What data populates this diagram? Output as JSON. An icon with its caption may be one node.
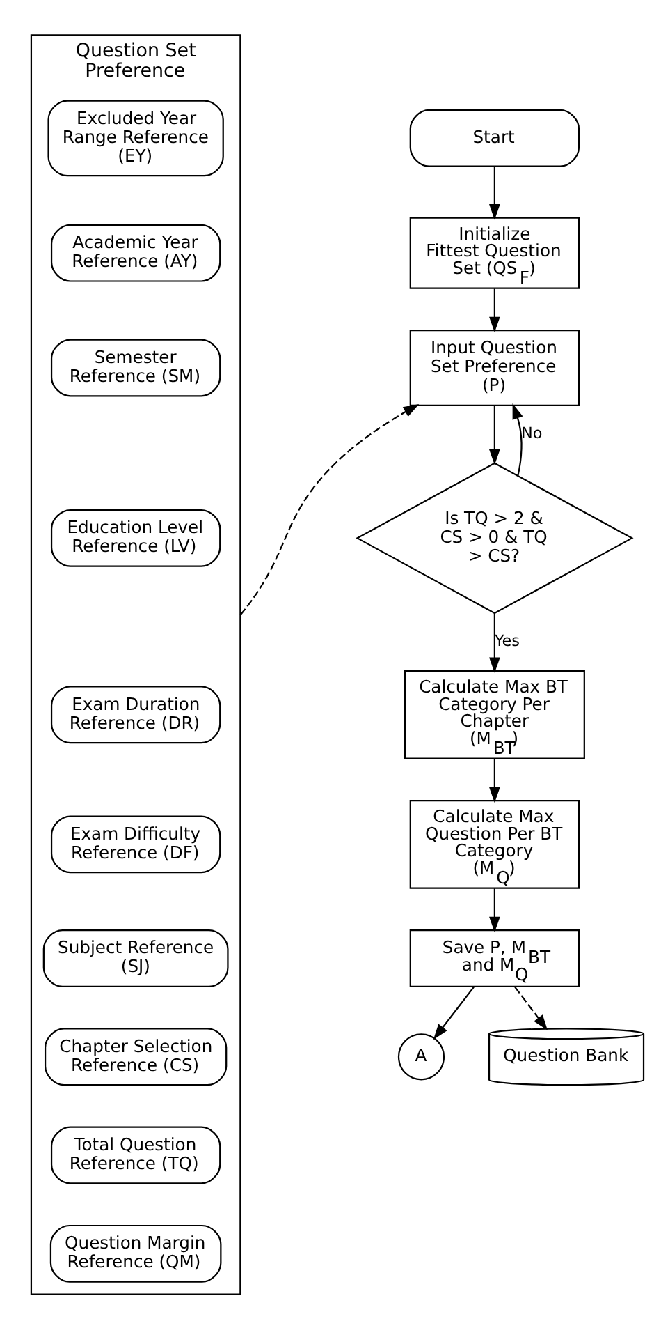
{
  "diagram": {
    "nodes": [
      {
        "text": [
          "Question Set Preference"
        ]
      },
      {
        "text": [
          "Excluded Year Range Reference (EY)"
        ],
        "in": 0
      },
      {
        "text": [
          "Academic Year Reference (AY)"
        ],
        "in": 0
      },
      {
        "text": [
          "Semester Reference (SM)"
        ],
        "in": 0
      },
      {
        "text": [
          "Education Level Reference (LV)"
        ],
        "in": 0
      },
      {
        "text": [
          "Exam Duration Reference (DR)"
        ],
        "in": 0
      },
      {
        "text": [
          "Exam Difficulty Reference (DF)"
        ],
        "in": 0
      },
      {
        "text": [
          "Subject Reference (SJ)"
        ],
        "in": 0
      },
      {
        "text": [
          "Chapter Selection Reference (CS)"
        ],
        "in": 0
      },
      {
        "text": [
          "Total Question Reference (TQ)"
        ],
        "in": 0
      },
      {
        "text": [
          "Question Margin Reference (QM)"
        ],
        "in": 0
      },
      {
        "text": [
          "Start"
        ]
      },
      {
        "text": [
          "Initialize Fittest Question Set (QS$_{F}$)"
        ]
      },
      {
        "text": [
          "Input Question Set Preference (P)"
        ]
      },
      {
        "text": [
          "Is TQ > 2 & CS > 0 & TQ > CS?"
        ]
      },
      {
        "text": [
          "Calculate Max BT Category Per Chapter (M$_{BT}$)"
        ]
      },
      {
        "text": [
          "Calculate Max Question Per BT Category (M$_{Q}$)"
        ]
      },
      {
        "text": [
          "Save P, M$_{BT}$ and M$_{Q}$"
        ]
      },
      {
        "text": [
          "A"
        ]
      },
      {
        "text": [
          "Question Bank"
        ]
      }
    ],
    "edges": [
      {
        "from": 0,
        "to": 13,
        "arrow": "to",
        "style": "dashed"
      },
      {
        "from": 11,
        "to": 12,
        "arrow": "to"
      },
      {
        "from": 12,
        "to": 13,
        "arrow": "to"
      },
      {
        "from": 13,
        "to": 14,
        "arrow": "to"
      },
      {
        "from": 14,
        "to": 13,
        "arrow": "to",
        "label": "No"
      },
      {
        "from": 14,
        "to": 15,
        "arrow": "to",
        "label": "Yes"
      },
      {
        "from": 15,
        "to": 16,
        "arrow": "to"
      },
      {
        "from": 16,
        "to": 17,
        "arrow": "to"
      },
      {
        "from": 17,
        "to": 18,
        "arrow": "to"
      },
      {
        "from": 17,
        "to": 19,
        "arrow": "to",
        "style": "dashed"
      }
    ]
  }
}
